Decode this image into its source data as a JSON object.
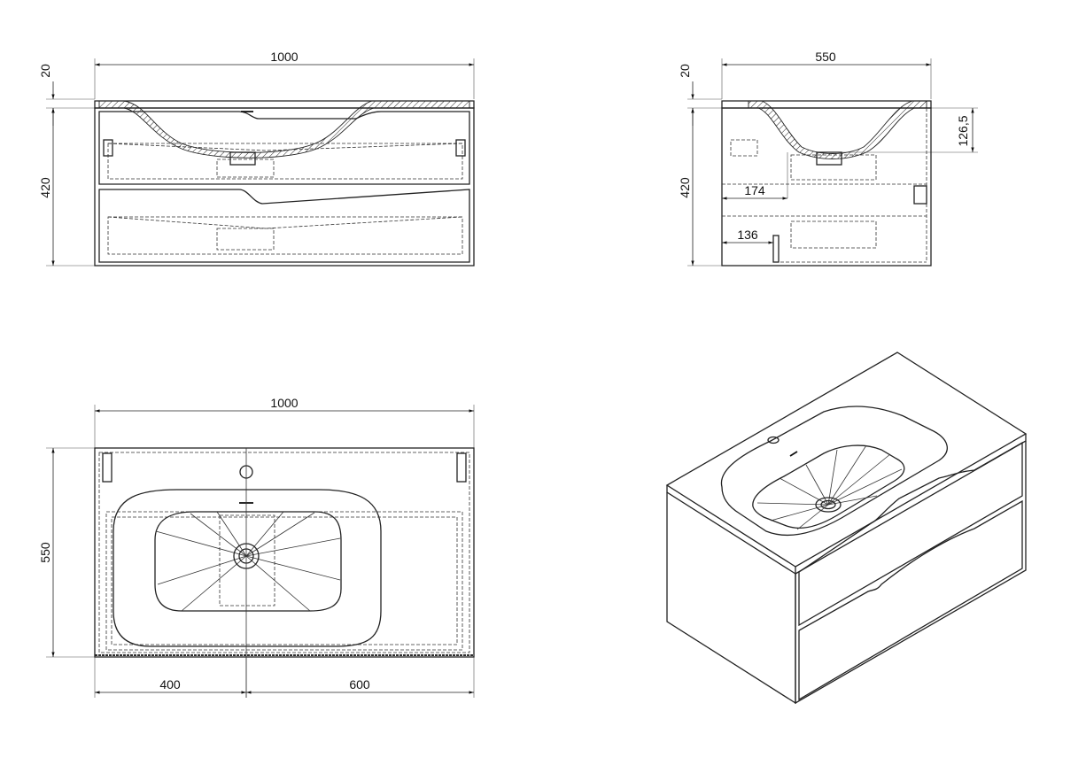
{
  "front_view": {
    "width_label": "1000",
    "top_height_label": "20",
    "cabinet_height_label": "420"
  },
  "side_view": {
    "depth_label": "550",
    "top_height_label": "20",
    "cabinet_height_label": "420",
    "basin_depth_label": "126,5",
    "drain_offset_label": "174",
    "drawer_offset_label": "136"
  },
  "top_view": {
    "width_label": "1000",
    "depth_label": "550",
    "left_offset_label": "400",
    "right_offset_label": "600"
  }
}
